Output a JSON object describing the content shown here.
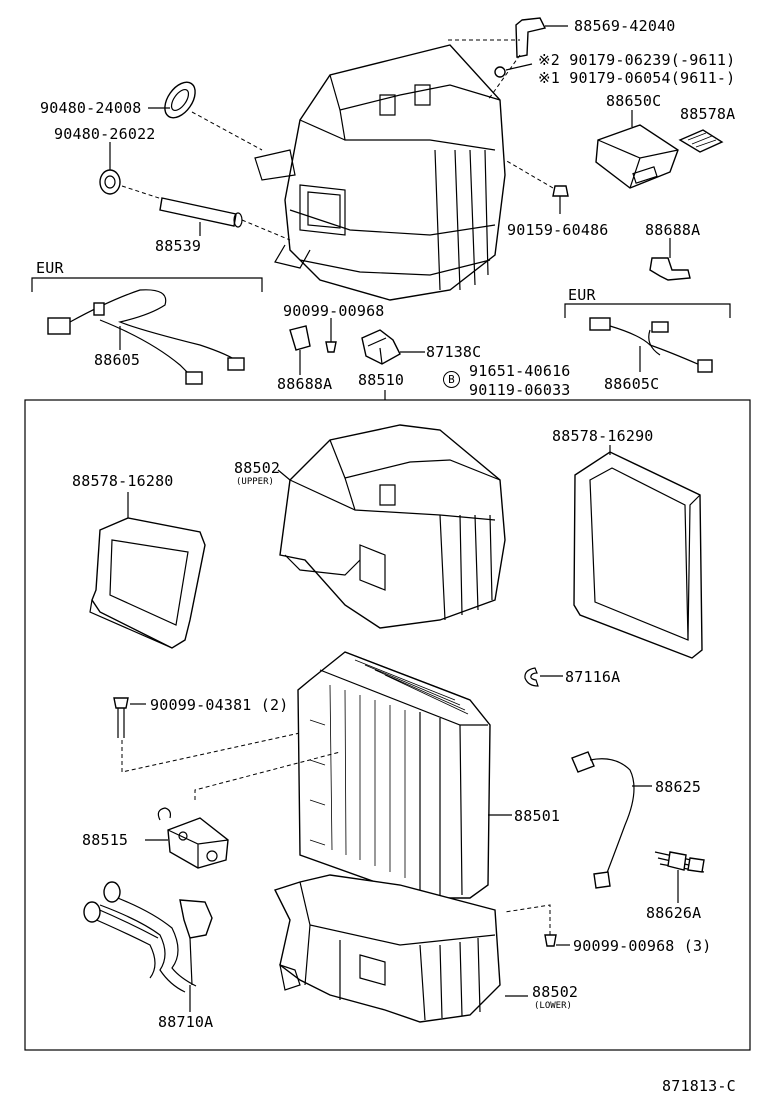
{
  "labels": {
    "p88569_42040": "88569-42040",
    "p90179_06239": "※2 90179-06239(-9611)",
    "p90179_06054": "※1 90179-06054(9611-)",
    "p88650C": "88650C",
    "p88578A": "88578A",
    "p90480_24008": "90480-24008",
    "p90480_26022": "90480-26022",
    "p88539": "88539",
    "p90159_60486": "90159-60486",
    "p88688A_top": "88688A",
    "eur_left": "EUR",
    "p88605": "88605",
    "p90099_00968": "90099-00968",
    "p87138C": "87138C",
    "eur_right": "EUR",
    "p88605C": "88605C",
    "p88688A_mid": "88688A",
    "p88510": "88510",
    "circle_b": "B",
    "p91651_40616": "91651-40616",
    "p90119_06033": "90119-06033",
    "p88578_16290": "88578-16290",
    "p88578_16280": "88578-16280",
    "p88502_upper": "88502",
    "upper_note": "(UPPER)",
    "p87116A": "87116A",
    "p90099_04381": "90099-04381 (2)",
    "p88625": "88625",
    "p88515": "88515",
    "p88501": "88501",
    "p88626A": "88626A",
    "p90099_00968_3": "90099-00968 (3)",
    "p88502_lower": "88502",
    "lower_note": "(LOWER)",
    "p88710A": "88710A",
    "figure_code": "871813-C"
  }
}
